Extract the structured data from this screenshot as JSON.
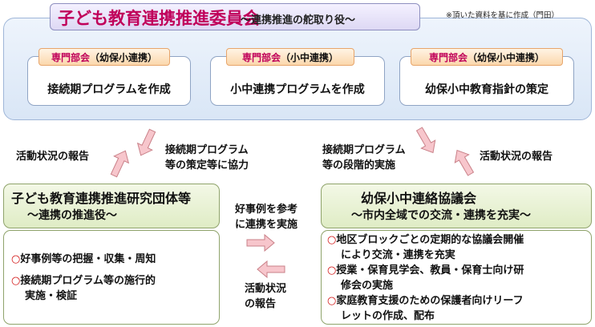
{
  "committee": {
    "title": "子ども教育連携推進委員会",
    "subtitle": "～連携推進の舵取り役～",
    "note": "※頂いた資料を基に作成（門田）",
    "subcommittees": [
      {
        "tag_prefix": "専門部会",
        "tag_suffix": "（幼保小連携）",
        "task": "接続期プログラムを作成"
      },
      {
        "tag_prefix": "専門部会",
        "tag_suffix": "（小中連携）",
        "task": "小中連携プログラムを作成"
      },
      {
        "tag_prefix": "専門部会",
        "tag_suffix": "（幼保小中連携）",
        "task": "幼保小中教育指針の策定"
      }
    ]
  },
  "arrows": {
    "left_up": "活動状況の報告",
    "left_down": [
      "接続期プログラム",
      "等の策定等に協力"
    ],
    "right_down": [
      "接続期プログラム",
      "等の段階的実施"
    ],
    "right_up": "活動状況の報告",
    "center_right": [
      "好事例を参考",
      "に連携を実施"
    ],
    "center_left": [
      "活動状況",
      "の報告"
    ]
  },
  "research_group": {
    "title": "子ども教育連携推進研究団体等",
    "subtitle": "～連携の推進役～",
    "items": [
      [
        "好事例等の把握・収集・周知"
      ],
      [
        "接続期プログラム等の施行的",
        "実施・検証"
      ]
    ]
  },
  "liaison_council": {
    "title": "幼保小中連絡協議会",
    "subtitle": "～市内全域での交流・連携を充実～",
    "items": [
      [
        "地区ブロックごとの定期的な協議会開催",
        "により交流・連携を充実"
      ],
      [
        "授業・保育見学会、教員・保育士向け研",
        "修会の実施"
      ],
      [
        "家庭教育支援のための保護者向けリーフ",
        "レットの作成、配布"
      ]
    ]
  },
  "colors": {
    "title_text": "#c0005a",
    "arrow_fill": "#f7c6cc",
    "arrow_stroke": "#c98088",
    "bullet": "#d21010"
  }
}
